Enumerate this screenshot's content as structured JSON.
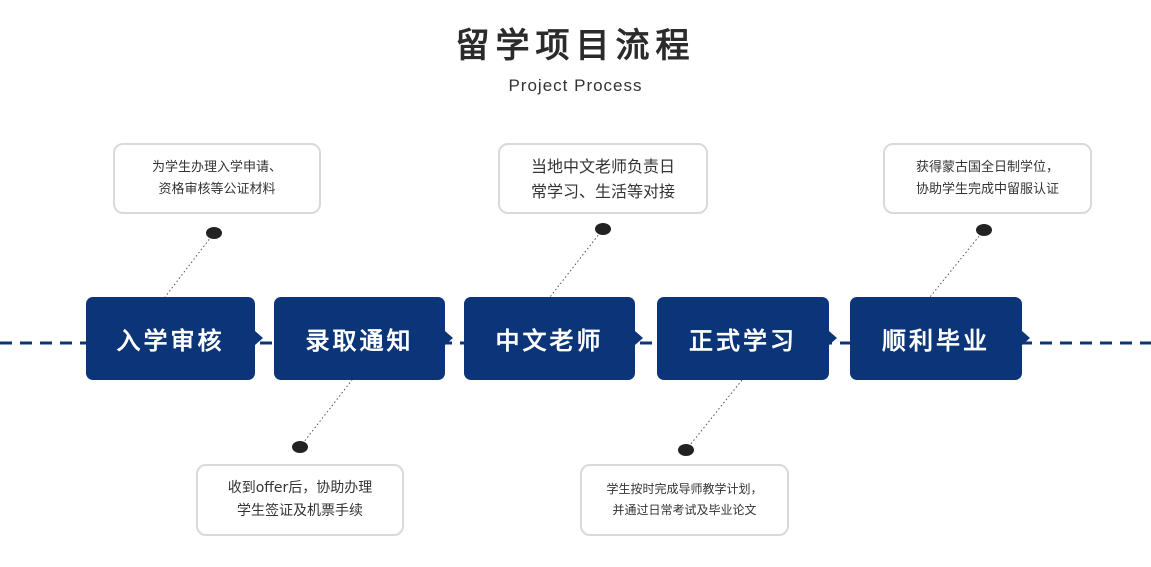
{
  "title": "留学项目流程",
  "subtitle": "Project Process",
  "colors": {
    "step_fill": "#0c3579",
    "timeline": "#0c3579",
    "note_border": "#d9d9d9",
    "dot": "#222222",
    "text": "#333333"
  },
  "steps": [
    {
      "label": "入学审核"
    },
    {
      "label": "录取通知"
    },
    {
      "label": "中文老师"
    },
    {
      "label": "正式学习"
    },
    {
      "label": "顺利毕业"
    }
  ],
  "notes": [
    {
      "lines": [
        "为学生办理入学申请、",
        "资格审核等公证材料"
      ]
    },
    {
      "lines": [
        "收到offer后，协助办理",
        "学生签证及机票手续"
      ]
    },
    {
      "lines": [
        "当地中文老师负责日",
        "常学习、生活等对接"
      ]
    },
    {
      "lines": [
        "学生按时完成导师教学计划，",
        "并通过日常考试及毕业论文"
      ]
    },
    {
      "lines": [
        "获得蒙古国全日制学位，",
        "协助学生完成中留服认证"
      ]
    }
  ]
}
